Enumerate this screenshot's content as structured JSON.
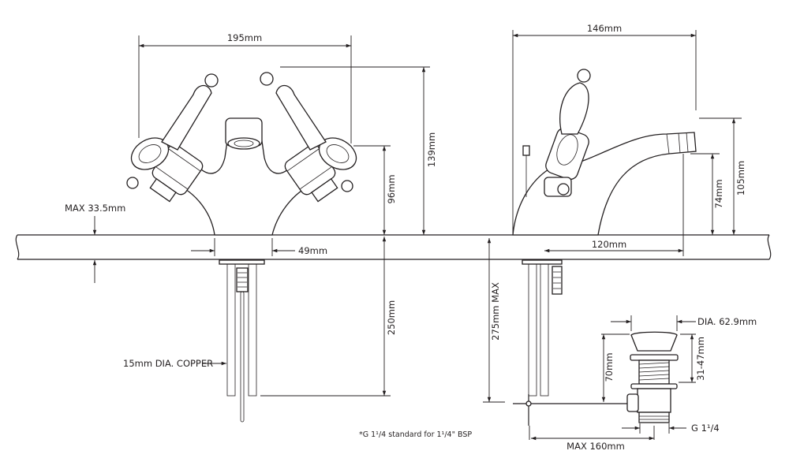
{
  "dimensions": {
    "mixer_width": "195mm",
    "mixer_height": "139mm",
    "spout_height": "96mm",
    "max_deck_thickness": "MAX 33.5mm",
    "base_width": "49mm",
    "tail_length": "250mm",
    "copper_pipe": "15mm DIA. COPPER",
    "basin_mixer_width": "146mm",
    "basin_mixer_height": "105mm",
    "basin_spout_height": "74mm",
    "spout_reach": "120mm",
    "max_tail_length": "275mm MAX",
    "waste_diameter": "DIA. 62.9mm",
    "waste_height": "70mm",
    "waste_adjust": "31-47mm",
    "waste_thread": "G 1¹/4",
    "max_rod_length": "MAX 160mm"
  },
  "footnote": "*G 1¹/4 standard for 1¹/4\" BSP"
}
